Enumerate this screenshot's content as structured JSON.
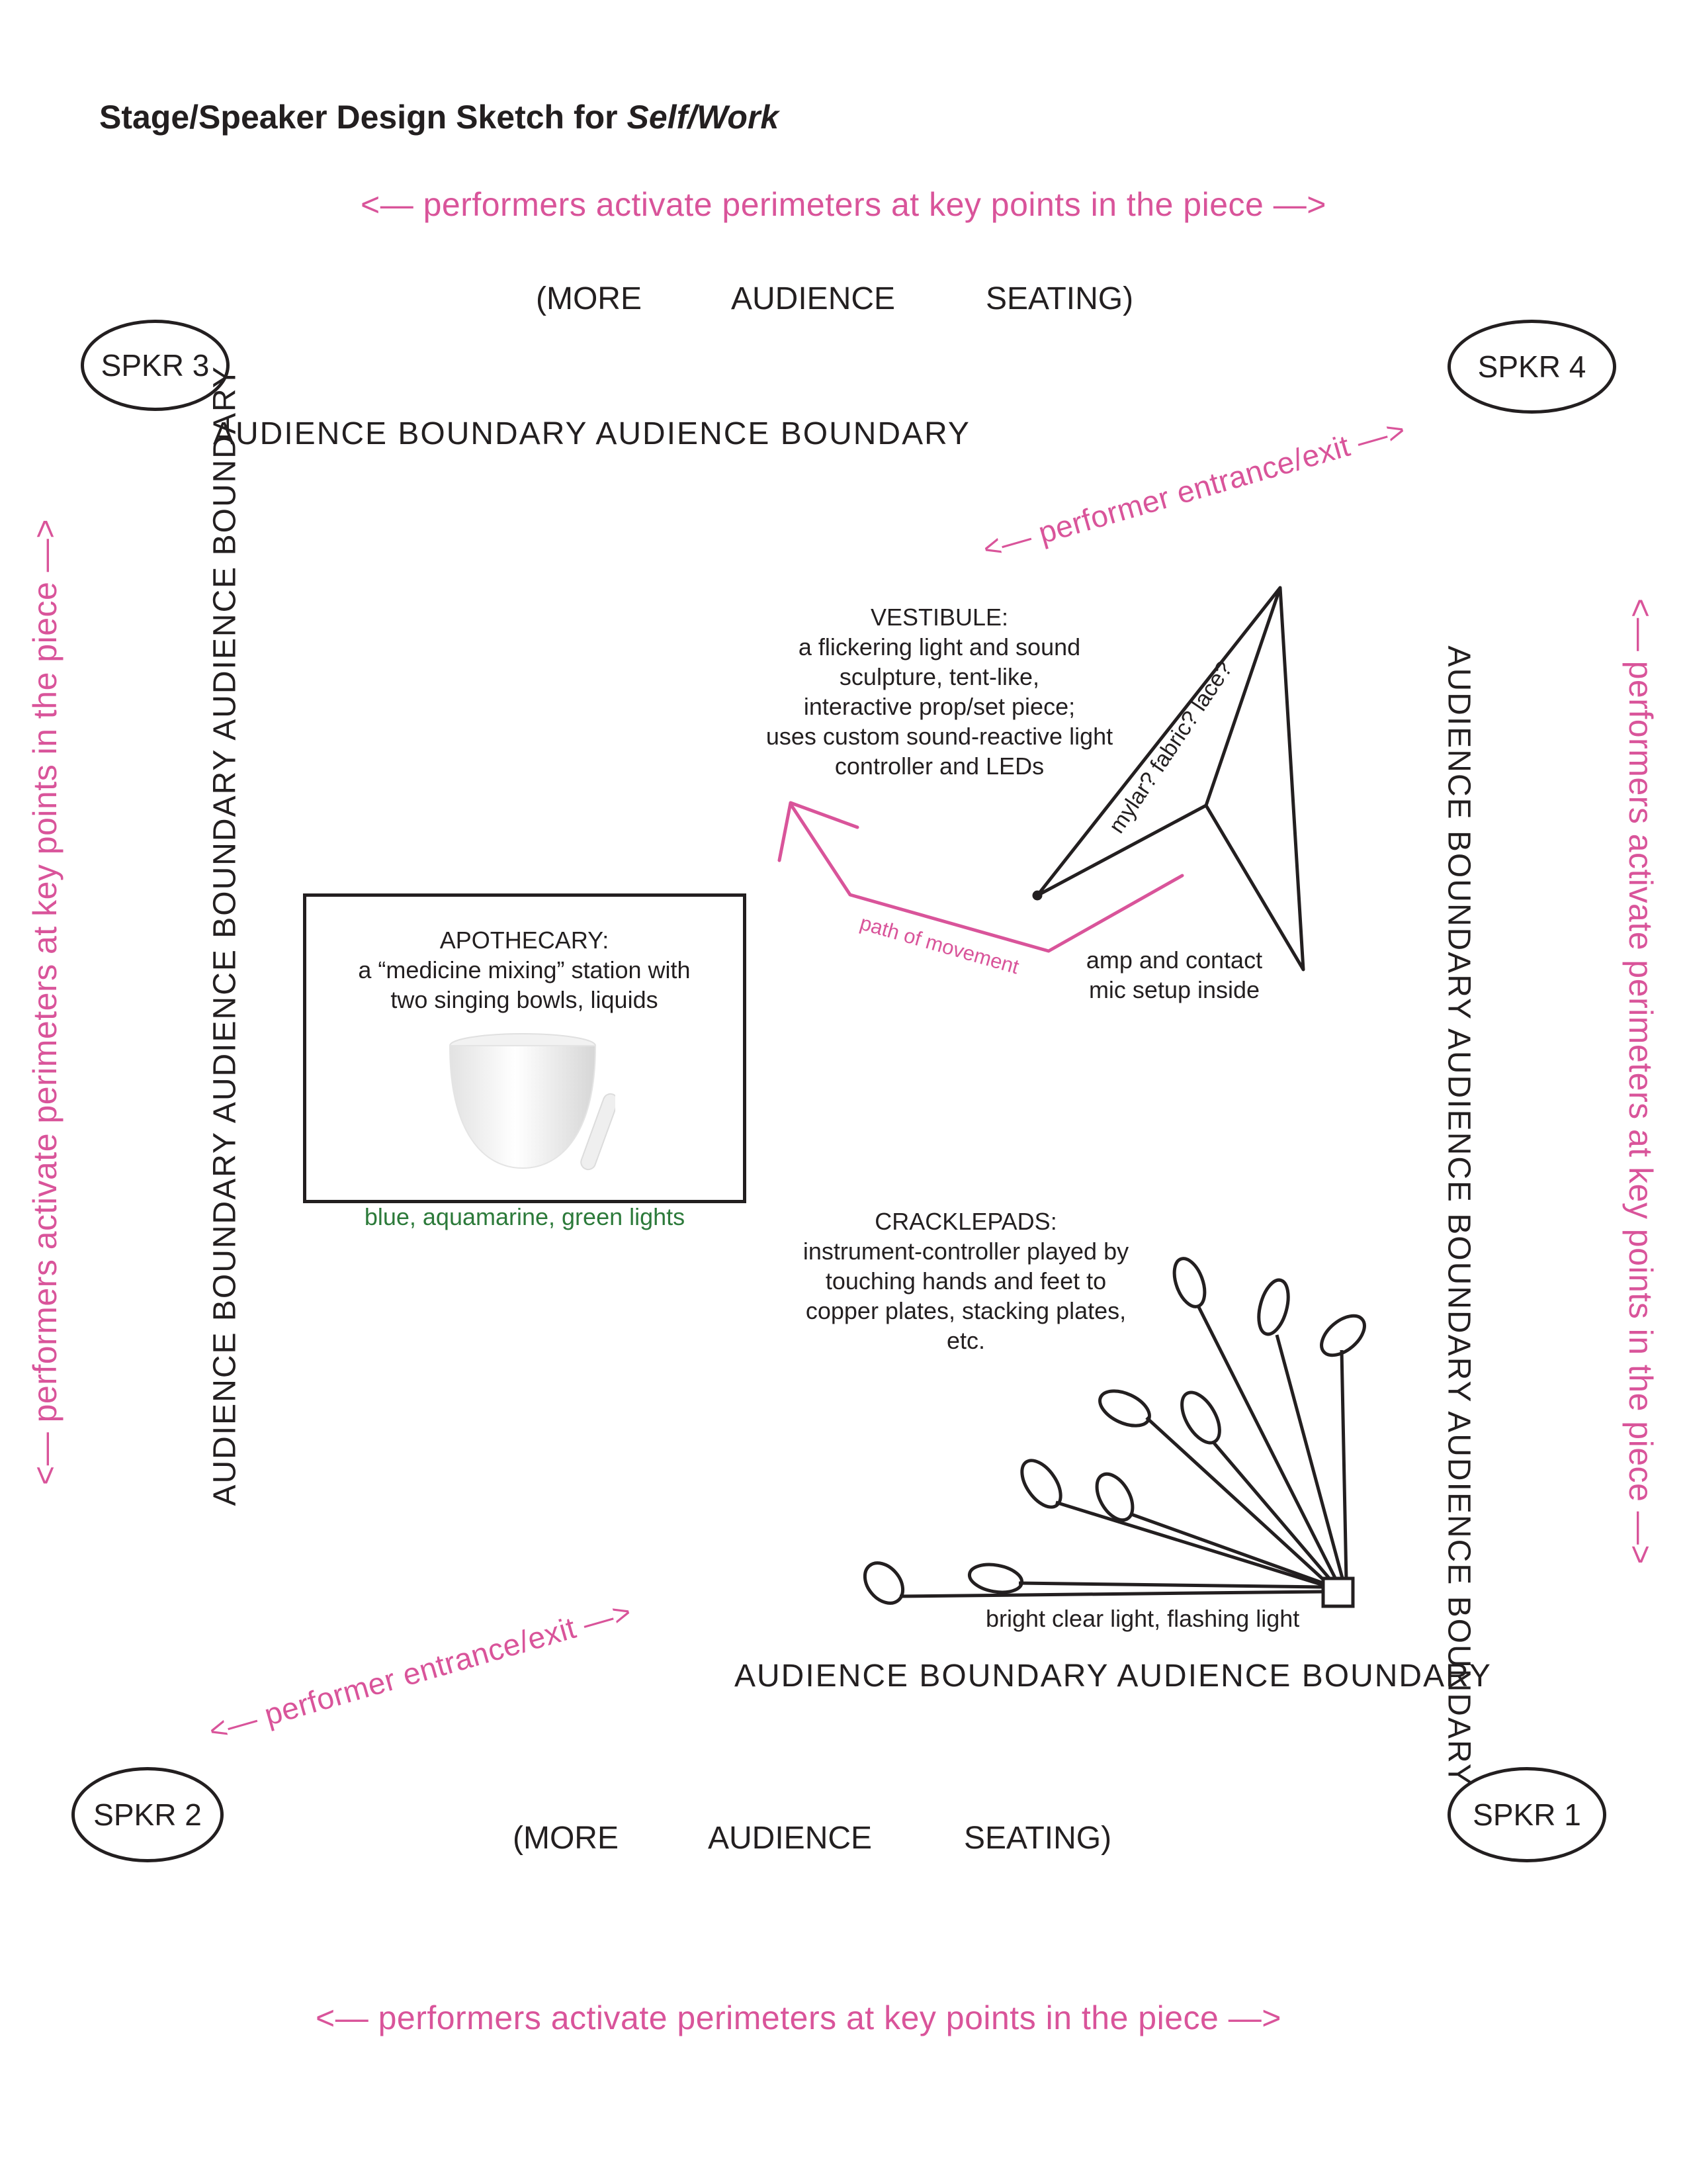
{
  "title": {
    "prefix": "Stage/Speaker Design Sketch for ",
    "work": "Self/Work"
  },
  "perimeter_note": "<— performers activate perimeters at key points in the piece —>",
  "seating": {
    "open": "(MORE",
    "middle": "AUDIENCE",
    "close": "SEATING)"
  },
  "boundary": "AUDIENCE  BOUNDARY  AUDIENCE  BOUNDARY",
  "boundary_side": "AUDIENCE  BOUNDARY  AUDIENCE  BOUNDARY  AUDIENCE  BOUNDARY",
  "speakers": {
    "spkr1": "SPKR 1",
    "spkr2": "SPKR 2",
    "spkr3": "SPKR 3",
    "spkr4": "SPKR 4"
  },
  "entrance": "<— performer entrance/exit —>",
  "vestibule": {
    "heading": "VESTIBULE:",
    "lines": [
      "a flickering light and sound",
      "sculpture, tent-like,",
      "interactive prop/set piece;",
      "uses custom sound-reactive light",
      "controller and LEDs"
    ],
    "material": "mylar? fabric? lace?",
    "amp_lines": [
      "amp and contact",
      "mic setup inside"
    ]
  },
  "path_label": "path of movement",
  "apothecary": {
    "heading": "APOTHECARY:",
    "lines": [
      "a “medicine mixing” station with",
      "two singing bowls, liquids"
    ],
    "lights": "blue, aquamarine, green lights"
  },
  "cracklepads": {
    "heading": "CRACKLEPADS:",
    "lines": [
      "instrument-controller played by",
      "touching hands and feet to",
      "copper plates, stacking plates,",
      "etc."
    ],
    "lights": "bright clear light, flashing light"
  },
  "colors": {
    "accent_pink": "#d9549a",
    "light_green": "#2c7a3a",
    "ink": "#231f20"
  }
}
